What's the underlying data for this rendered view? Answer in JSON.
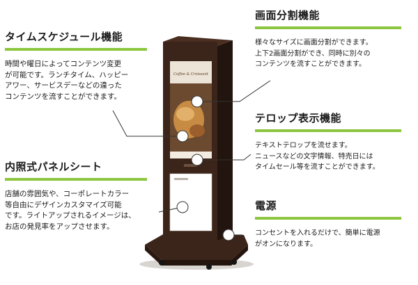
{
  "features": {
    "time_schedule": {
      "title": "タイムスケジュール機能",
      "description": "時間や曜日によってコンテンツ変更\nが可能です。ランチタイム、ハッピー\nアワー、サービスデーなどの違った\nコンテンツを流すことができます。"
    },
    "panel_sheet": {
      "title": "内照式パネルシート",
      "description": "店舗の雰囲気や、コーポレートカラー\n等自由にデザインカスタマイズ可能\nです。ライトアップされるイメージは、\nお店の発見率をアップさせます。"
    },
    "screen_split": {
      "title": "画面分割機能",
      "description": "様々なサイズに画面分割ができます。\n上下2画面分割ができ、同時に別々の\nコンテンツを流すことができます。"
    },
    "telop": {
      "title": "テロップ表示機能",
      "description": "テキストテロップを流せます。\nニュースなどの文字情報、特売日には\nタイムセール等を流すことができます。"
    },
    "power": {
      "title": "電源",
      "description": "コンセントを入れるだけで、簡単に電源\nがオンになります。"
    }
  },
  "product": {
    "screen_title": "Coffee & Croissant"
  },
  "colors": {
    "accent_bar": "#8cc63f",
    "cabinet": "#3b2419",
    "leader_line": "#333333",
    "marker_fill": "#ffffff"
  },
  "icons": [
    "callout-marker-icon"
  ]
}
